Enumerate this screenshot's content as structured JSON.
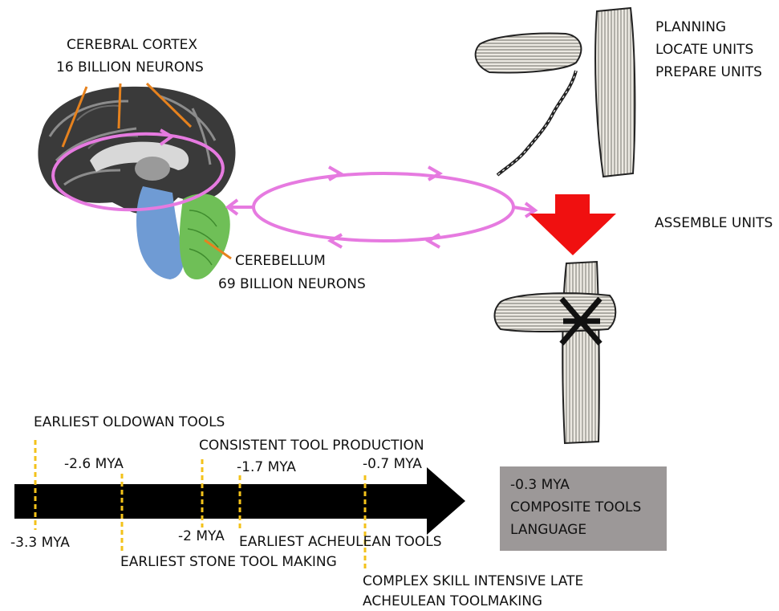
{
  "brain": {
    "cortex_title": "CEREBRAL CORTEX",
    "cortex_count": "16 BILLION NEURONS",
    "cerebellum_title": "CEREBELLUM",
    "cerebellum_count": "69 BILLION NEURONS"
  },
  "tool_steps": {
    "planning": "PLANNING",
    "locate": "LOCATE UNITS",
    "prepare": "PREPARE UNITS",
    "assemble": "ASSEMBLE UNITS"
  },
  "timeline": {
    "events": [
      {
        "date": "-3.3 MYA",
        "event": "EARLIEST OLDOWAN TOOLS"
      },
      {
        "date": "-2.6 MYA",
        "event": "EARLIEST STONE TOOL MAKING"
      },
      {
        "date": "-2 MYA",
        "event": "CONSISTENT TOOL PRODUCTION"
      },
      {
        "date": "-1.7 MYA",
        "event": "EARLIEST ACHEULEAN TOOLS"
      },
      {
        "date": "-0.7 MYA",
        "event_line1": "COMPLEX SKILL INTENSIVE LATE",
        "event_line2": "ACHEULEAN TOOLMAKING"
      }
    ],
    "final_box": {
      "date": "-0.3 MYA",
      "line1": "COMPOSITE TOOLS",
      "line2": "LANGUAGE"
    }
  },
  "colors": {
    "loop": "#e67ae0",
    "cortex_pointer": "#e6821e",
    "brainstem": "#6f9bd4",
    "cerebellum": "#6fbf57",
    "down_arrow": "#f01010",
    "timeline_arrow": "#000000",
    "time_marker": "#f3c21a",
    "final_box": "#9c9898"
  }
}
